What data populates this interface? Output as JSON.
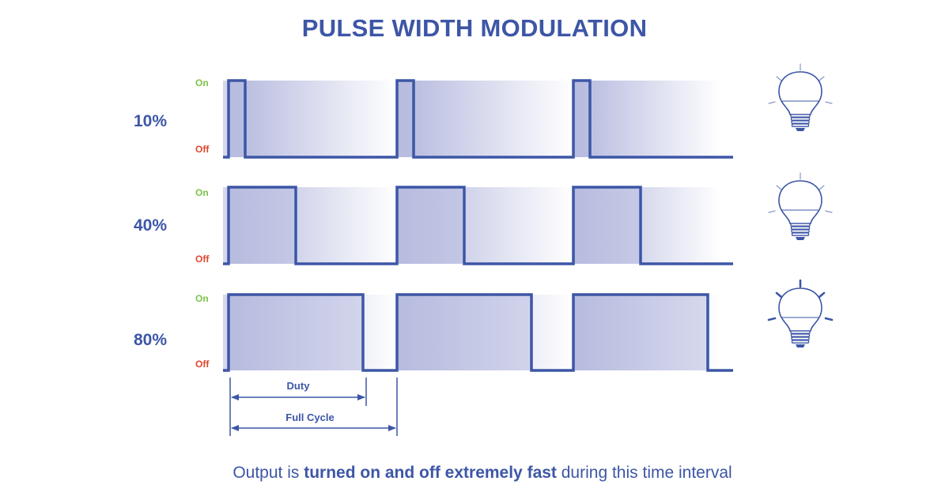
{
  "title": "PULSE WIDTH MODULATION",
  "state_labels": {
    "on": "On",
    "off": "Off"
  },
  "rows": [
    {
      "label": "10%",
      "duty": 0.1,
      "brightness": "dim"
    },
    {
      "label": "40%",
      "duty": 0.4,
      "brightness": "medium"
    },
    {
      "label": "80%",
      "duty": 0.8,
      "brightness": "bright"
    }
  ],
  "cycles_shown": 3,
  "annotations": {
    "duty": "Duty",
    "full_cycle": "Full Cycle"
  },
  "caption": {
    "part1": "Output is ",
    "part2": "turned on and off extremely fast",
    "part3": " during this time interval"
  },
  "colors": {
    "primary": "#3d56a6",
    "on_label": "#7cc24a",
    "off_label": "#e0452c",
    "shade": "#b9bee0"
  },
  "icons": [
    "lightbulb-icon",
    "lightbulb-icon",
    "lightbulb-icon"
  ]
}
